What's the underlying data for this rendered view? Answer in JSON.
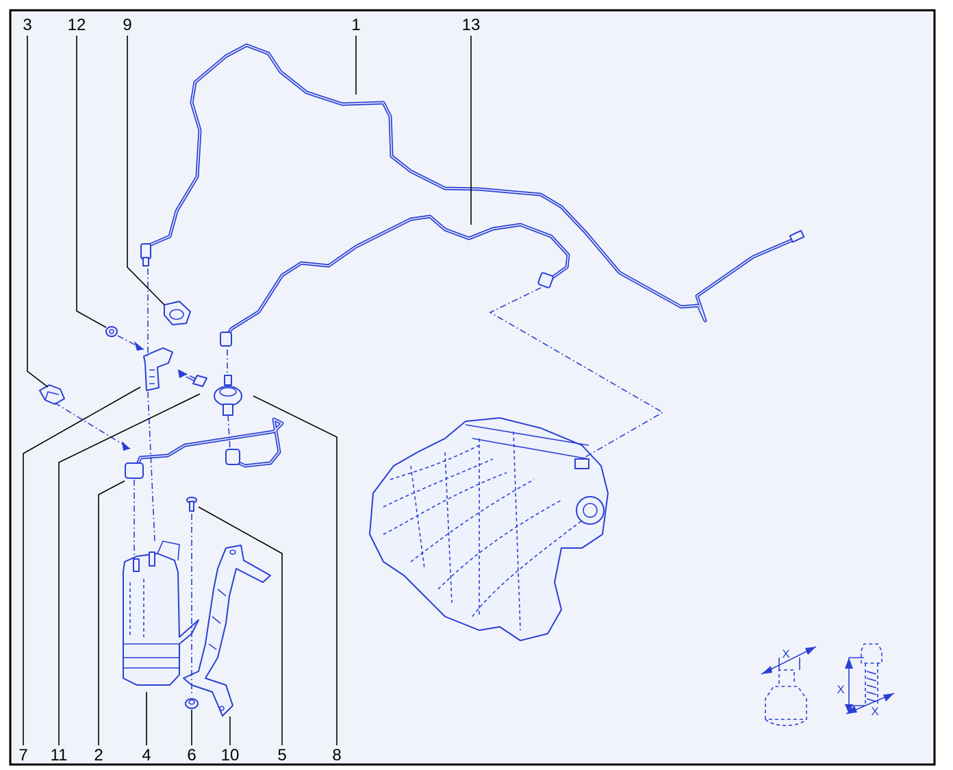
{
  "diagram": {
    "labels_top": [
      "3",
      "12",
      "9",
      "1",
      "13"
    ],
    "labels_bottom": [
      "7",
      "11",
      "2",
      "4",
      "6",
      "10",
      "5",
      "8"
    ],
    "legend": {
      "nut_dimension": "X",
      "bolt_dimension_vertical": "X",
      "bolt_dimension_diagonal": "X"
    }
  }
}
